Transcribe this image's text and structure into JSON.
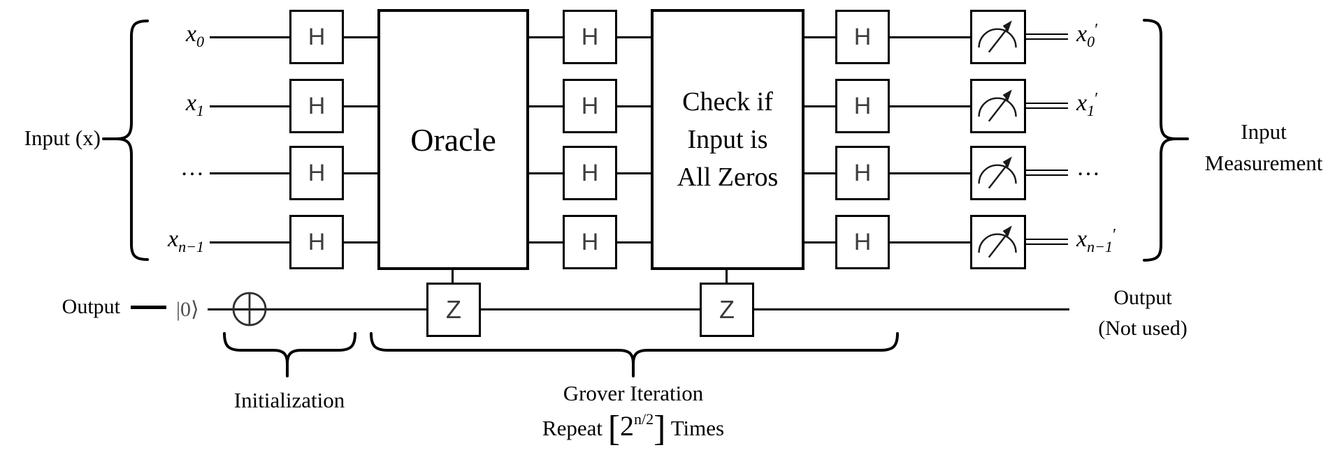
{
  "labels": {
    "input_group": "Input (x)",
    "output_in": "Output",
    "ket_zero": "|0⟩",
    "initialization": "Initialization",
    "grover_title": "Grover Iteration",
    "repeat_word": "Repeat",
    "bracket_open": "[",
    "power_base": "2",
    "power_exp": "n/2",
    "bracket_close": "]",
    "times_word": "Times",
    "measurement_group_line1": "Input",
    "measurement_group_line2": "Measurement",
    "output_not_used_line1": "Output",
    "output_not_used_line2": "(Not used)"
  },
  "gates": {
    "h": "H",
    "z": "Z",
    "oracle": "Oracle",
    "check_line1": "Check if",
    "check_line2": "Input is",
    "check_line3": "All Zeros"
  },
  "qubits": [
    {
      "input_base": "x",
      "input_sub": "0",
      "output_base": "x",
      "output_sub": "0",
      "output_prime": "′"
    },
    {
      "input_base": "x",
      "input_sub": "1",
      "output_base": "x",
      "output_sub": "1",
      "output_prime": "′"
    },
    {
      "input_base": "…",
      "input_sub": "",
      "output_base": "…",
      "output_sub": "",
      "output_prime": ""
    },
    {
      "input_base": "x",
      "input_sub": "n−1",
      "output_base": "x",
      "output_sub": "n−1",
      "output_prime": "′"
    }
  ],
  "colors": {
    "background": "#ffffff",
    "ink": "#000000",
    "gate_letter": "#3d3d3d",
    "ket_gray": "#4f4f4f"
  }
}
